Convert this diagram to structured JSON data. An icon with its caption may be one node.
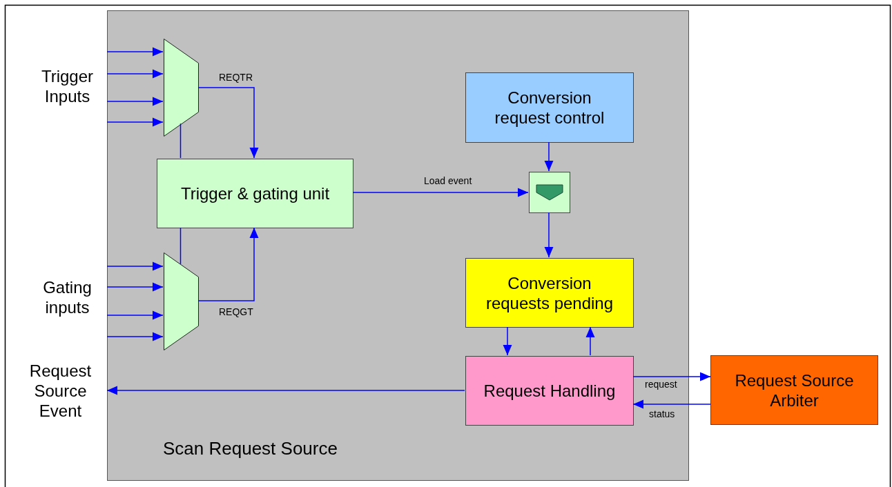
{
  "diagram": {
    "nodes": [
      {
        "text": [
          "Trigger Inputs"
        ]
      },
      {
        "text": [
          "Scan Request Source"
        ]
      },
      {
        "text": [],
        "shape": "trapezoid",
        "in": 1
      },
      {
        "text": [
          "Conversion request control"
        ],
        "in": 1
      },
      {
        "text": [
          "Trigger & gating unit"
        ],
        "in": 1
      },
      {
        "text": [],
        "shape": "box",
        "in": 1
      },
      {
        "text": [
          "Gating inputs"
        ]
      },
      {
        "text": [],
        "shape": "trapezoid",
        "in": 1
      },
      {
        "text": [
          "Conversion requests pending"
        ],
        "in": 1
      },
      {
        "text": [
          "Request Source Event"
        ]
      },
      {
        "text": [
          "Request Handling"
        ],
        "in": 1
      },
      {
        "text": [
          "Request Source Arbiter"
        ]
      }
    ],
    "edges": [
      {
        "from": 0,
        "to": 2,
        "arrow": "to"
      },
      {
        "from": 0,
        "to": 2,
        "arrow": "to"
      },
      {
        "from": 0,
        "to": 2,
        "arrow": "to"
      },
      {
        "from": 0,
        "to": 2,
        "arrow": "to"
      },
      {
        "from": 2,
        "to": 4,
        "arrow": "to",
        "label": "REQTR"
      },
      {
        "from": 2,
        "to": 4,
        "arrow": "none"
      },
      {
        "from": 7,
        "to": 4,
        "arrow": "none"
      },
      {
        "from": 7,
        "to": 4,
        "arrow": "to",
        "label": "REQGT"
      },
      {
        "from": 4,
        "to": 5,
        "arrow": "to",
        "label": "Load event"
      },
      {
        "from": 3,
        "to": 5,
        "arrow": "to"
      },
      {
        "from": 5,
        "to": 8,
        "arrow": "to"
      },
      {
        "from": 8,
        "to": 10,
        "arrow": "to"
      },
      {
        "from": 10,
        "to": 8,
        "arrow": "to"
      },
      {
        "from": 10,
        "to": 9,
        "arrow": "to"
      },
      {
        "from": 10,
        "to": 11,
        "arrow": "to",
        "label": "request"
      },
      {
        "from": 11,
        "to": 10,
        "arrow": "to",
        "label": "status"
      },
      {
        "from": 6,
        "to": 7,
        "arrow": "to"
      },
      {
        "from": 6,
        "to": 7,
        "arrow": "to"
      },
      {
        "from": 6,
        "to": 7,
        "arrow": "to"
      },
      {
        "from": 6,
        "to": 7,
        "arrow": "to"
      }
    ]
  }
}
